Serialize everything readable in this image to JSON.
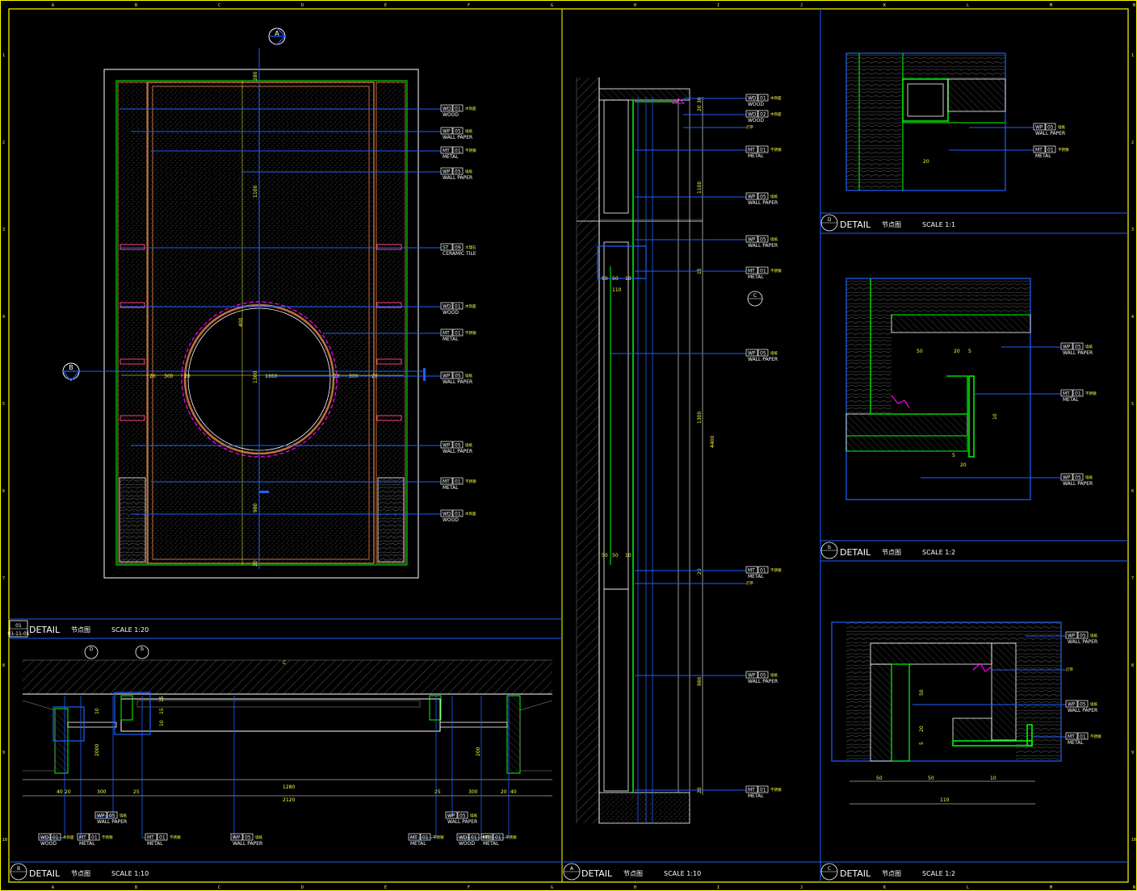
{
  "colors": {
    "background": "#000000",
    "frame": "#ffff00",
    "leader": "#2060ff",
    "label": "#ffffff",
    "wood": "#c0703c",
    "steel": "#00ff00",
    "magenta": "#ff00ff",
    "hatch": "#888888",
    "dimension": "#ffff40"
  },
  "sheet": {
    "grid_columns": [
      "A",
      "B",
      "C",
      "D",
      "E",
      "F",
      "G",
      "H",
      "I",
      "J",
      "K",
      "L",
      "M",
      "N"
    ],
    "grid_rows": [
      "1",
      "2",
      "3",
      "4",
      "5",
      "6",
      "7",
      "8",
      "9",
      "10"
    ]
  },
  "titles": {
    "elevation": {
      "marker": "01",
      "marker_sub": "01-11-01",
      "label": "DETAIL",
      "cn": "节点图",
      "scale": "SCALE 1:20"
    },
    "plan": {
      "marker": "B",
      "label": "DETAIL",
      "cn": "节点图",
      "scale": "SCALE 1:10"
    },
    "section": {
      "marker": "A",
      "label": "DETAIL",
      "cn": "节点图",
      "scale": "SCALE 1:10"
    },
    "detail_d": {
      "marker": "D",
      "label": "DETAIL",
      "cn": "节点图",
      "scale": "SCALE 1:1"
    },
    "detail_b": {
      "marker": "b",
      "label": "DETAIL",
      "cn": "节点图",
      "scale": "SCALE 1:2"
    },
    "detail_c": {
      "marker": "C",
      "label": "DETAIL",
      "cn": "节点图",
      "scale": "SCALE 1:2"
    }
  },
  "elevation": {
    "markers": {
      "top": "A",
      "left": "B"
    },
    "callouts": [
      {
        "code": "WD",
        "num": "01",
        "cn": "木饰面",
        "en": "WOOD"
      },
      {
        "code": "WP",
        "num": "05",
        "cn": "墙纸",
        "en": "WALL PAPER"
      },
      {
        "code": "MT",
        "num": "01",
        "cn": "不锈钢",
        "en": "METAL"
      },
      {
        "code": "WP",
        "num": "05",
        "cn": "墙纸",
        "en": "WALL PAPER"
      },
      {
        "code": "ST",
        "num": "09",
        "cn": "大理石",
        "en": "CERAMIC TILE"
      },
      {
        "code": "WD",
        "num": "01",
        "cn": "木饰面",
        "en": "WOOD"
      },
      {
        "code": "MT",
        "num": "01",
        "cn": "不锈钢",
        "en": "METAL"
      },
      {
        "code": "WP",
        "num": "05",
        "cn": "墙纸",
        "en": "WALL PAPER"
      },
      {
        "code": "WP",
        "num": "05",
        "cn": "墙纸",
        "en": "WALL PAPER"
      },
      {
        "code": "MT",
        "num": "01",
        "cn": "不锈钢",
        "en": "METAL"
      },
      {
        "code": "WD",
        "num": "01",
        "cn": "木饰面",
        "en": "WOOD"
      }
    ],
    "dims": {
      "top": "280",
      "upper": "1100",
      "circle_top": "400",
      "circle_h": "1300",
      "lower": "980",
      "bottom": "20",
      "horizontal": [
        "20",
        "300",
        "20",
        "1360",
        "20",
        "300",
        "20"
      ],
      "circle_w": "1360"
    }
  },
  "plan": {
    "markers": [
      "D",
      "b"
    ],
    "dims": {
      "overall": "2120",
      "middle": "1280",
      "left_seg": "300",
      "right_seg": "300",
      "small": [
        "40",
        "20",
        "20",
        "40",
        "25",
        "25"
      ],
      "depth": "2000",
      "depth_r": "200",
      "center_mark": "C",
      "lines": [
        "10",
        "15",
        "15",
        "10"
      ]
    },
    "callouts": [
      {
        "code": "WD",
        "num": "01",
        "cn": "木饰面",
        "en": "WOOD"
      },
      {
        "code": "MT",
        "num": "01",
        "cn": "不锈钢",
        "en": "METAL"
      },
      {
        "code": "WP",
        "num": "05",
        "cn": "墙纸",
        "en": "WALL PAPER"
      },
      {
        "code": "MT",
        "num": "01",
        "cn": "不锈钢",
        "en": "METAL"
      },
      {
        "code": "WP",
        "num": "05",
        "cn": "墙纸",
        "en": "WALL PAPER"
      },
      {
        "code": "MT",
        "num": "01",
        "cn": "不锈钢",
        "en": "METAL"
      },
      {
        "code": "WP",
        "num": "05",
        "cn": "墙纸",
        "en": "WALL PAPER"
      },
      {
        "code": "WD",
        "num": "01",
        "cn": "木饰面",
        "en": "WOOD"
      },
      {
        "code": "MT",
        "num": "01",
        "cn": "不锈钢",
        "en": "METAL"
      }
    ]
  },
  "section": {
    "marker": "C",
    "callouts": [
      {
        "code": "WD",
        "num": "01",
        "cn": "木饰面",
        "en": "WOOD"
      },
      {
        "code": "WD",
        "num": "02",
        "cn": "木饰面",
        "en": "WOOD"
      },
      {
        "code": "",
        "num": "",
        "cn": "灯带",
        "en": ""
      },
      {
        "code": "MT",
        "num": "01",
        "cn": "不锈钢",
        "en": "METAL"
      },
      {
        "code": "WP",
        "num": "05",
        "cn": "墙纸",
        "en": "WALL PAPER"
      },
      {
        "code": "WP",
        "num": "05",
        "cn": "墙纸",
        "en": "WALL PAPER"
      },
      {
        "code": "MT",
        "num": "01",
        "cn": "不锈钢",
        "en": "METAL"
      },
      {
        "code": "WP",
        "num": "05",
        "cn": "墙纸",
        "en": "WALL PAPER"
      },
      {
        "code": "MT",
        "num": "01",
        "cn": "不锈钢",
        "en": "METAL"
      },
      {
        "code": "",
        "num": "",
        "cn": "灯带",
        "en": ""
      },
      {
        "code": "WP",
        "num": "05",
        "cn": "墙纸",
        "en": "WALL PAPER"
      },
      {
        "code": "MT",
        "num": "01",
        "cn": "不锈钢",
        "en": "METAL"
      }
    ],
    "dims": {
      "top": [
        "30",
        "20"
      ],
      "upper": "1100",
      "mid": [
        "50",
        "50",
        "10"
      ],
      "mid2": "110",
      "total": "4400",
      "panel": "1300",
      "lower": [
        "50",
        "50",
        "10"
      ],
      "base": "980",
      "bottom": "20",
      "right": [
        "20",
        "15"
      ]
    }
  },
  "detail_d": {
    "callouts": [
      {
        "code": "WP",
        "num": "05",
        "cn": "墙纸",
        "en": "WALL PAPER"
      },
      {
        "code": "MT",
        "num": "01",
        "cn": "不锈钢",
        "en": "METAL"
      }
    ],
    "dims": {
      "width": "20"
    }
  },
  "detail_b": {
    "callouts": [
      {
        "code": "WP",
        "num": "05",
        "cn": "墙纸",
        "en": "WALL PAPER"
      },
      {
        "code": "MT",
        "num": "01",
        "cn": "不锈钢",
        "en": "METAL"
      },
      {
        "code": "WP",
        "num": "05",
        "cn": "墙纸",
        "en": "WALL PAPER"
      }
    ],
    "dims": {
      "a": "50",
      "b": "20",
      "c": "5",
      "h": "10",
      "d": "5",
      "e": "20"
    }
  },
  "detail_c": {
    "callouts": [
      {
        "code": "WP",
        "num": "05",
        "cn": "墙纸",
        "en": "WALL PAPER"
      },
      {
        "code": "",
        "num": "",
        "cn": "灯带",
        "en": ""
      },
      {
        "code": "WP",
        "num": "05",
        "cn": "墙纸",
        "en": "WALL PAPER"
      },
      {
        "code": "MT",
        "num": "01",
        "cn": "不锈钢",
        "en": "METAL"
      }
    ],
    "dims": {
      "a": "50",
      "b": "50",
      "c": "10",
      "total": "110",
      "h1": "50",
      "h2": "20",
      "h3": "5"
    }
  }
}
